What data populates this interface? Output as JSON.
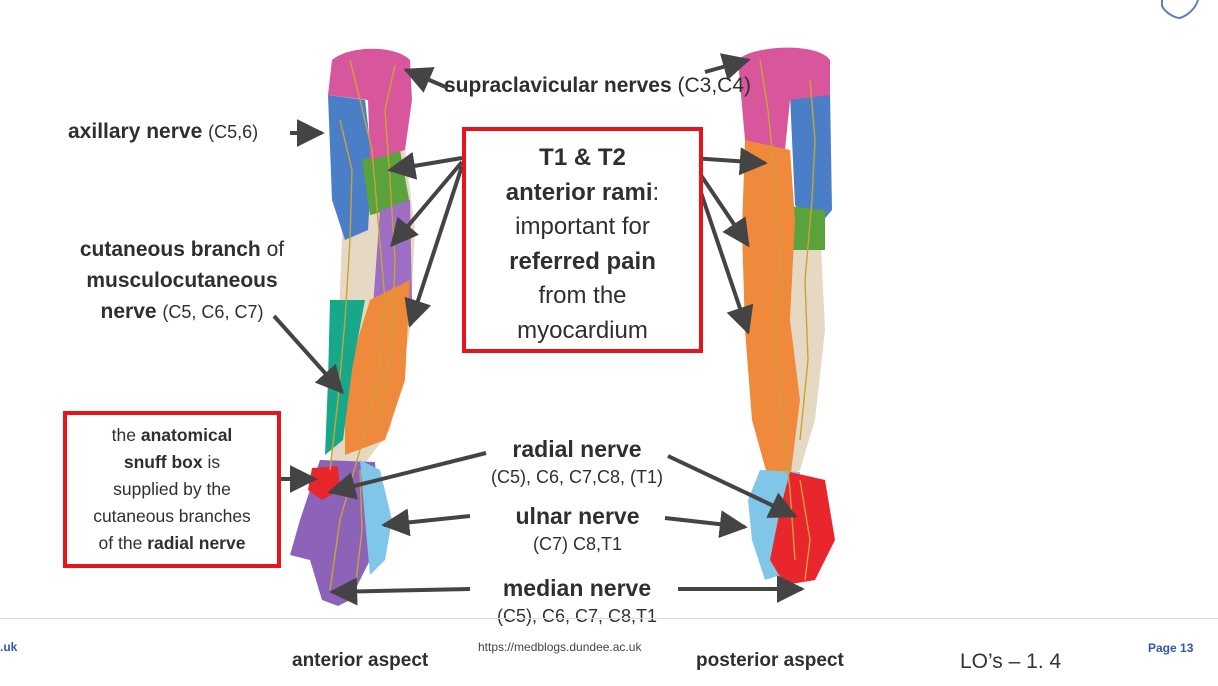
{
  "labels": {
    "supraclavicular_name": "supraclavicular nerves",
    "supraclavicular_roots": "(C3,C4)",
    "axillary_name": "axillary nerve",
    "axillary_roots": "(C5,6)",
    "musculocut_line1_bold": "cutaneous branch",
    "musculocut_line1_rest": "of",
    "musculocut_line2": "musculocutaneous",
    "musculocut_line3_bold": "nerve",
    "musculocut_roots": "(C5, C6, C7)",
    "t1t2_line1": "T1 & T2",
    "t1t2_line2_bold": "anterior rami",
    "t1t2_line2_colon": ":",
    "t1t2_line3": "important for",
    "t1t2_line4": "referred pain",
    "t1t2_line5": "from the",
    "t1t2_line6": "myocardium",
    "snuff_the": "the",
    "snuff_anatomical": "anatomical",
    "snuff_box": "snuff box",
    "snuff_is": "is",
    "snuff_line3": "supplied by the",
    "snuff_line4": "cutaneous branches",
    "snuff_of_the": "of the",
    "snuff_radial": "radial nerve",
    "radial_name": "radial nerve",
    "radial_roots": "(C5), C6, C7,C8, (T1)",
    "ulnar_name": "ulnar nerve",
    "ulnar_roots": "(C7) C8,T1",
    "median_name": "median nerve",
    "median_roots": "(C5), C6, C7, C8,T1",
    "anterior_caption": "anterior aspect",
    "posterior_caption": "posterior aspect"
  },
  "footer": {
    "left_fragment": ".uk",
    "url": "https://medblogs.dundee.ac.uk",
    "lo": "LO’s – 1. 4",
    "page": "Page  13"
  },
  "colors": {
    "supraclavicular": "#d8569b",
    "axillary": "#4a7fc8",
    "t1t2": "#5aa33c",
    "musculocutaneous": "#17a88a",
    "radial": "#ef8a3c",
    "ulnar": "#7fc6e8",
    "median": "#8c63b8",
    "medial_cutaneous": "#e6d9c4",
    "snuffbox": "#e8262b",
    "nerve_line": "#c9a335",
    "highlight_box": "#e8141b",
    "arrow": "#444444"
  }
}
